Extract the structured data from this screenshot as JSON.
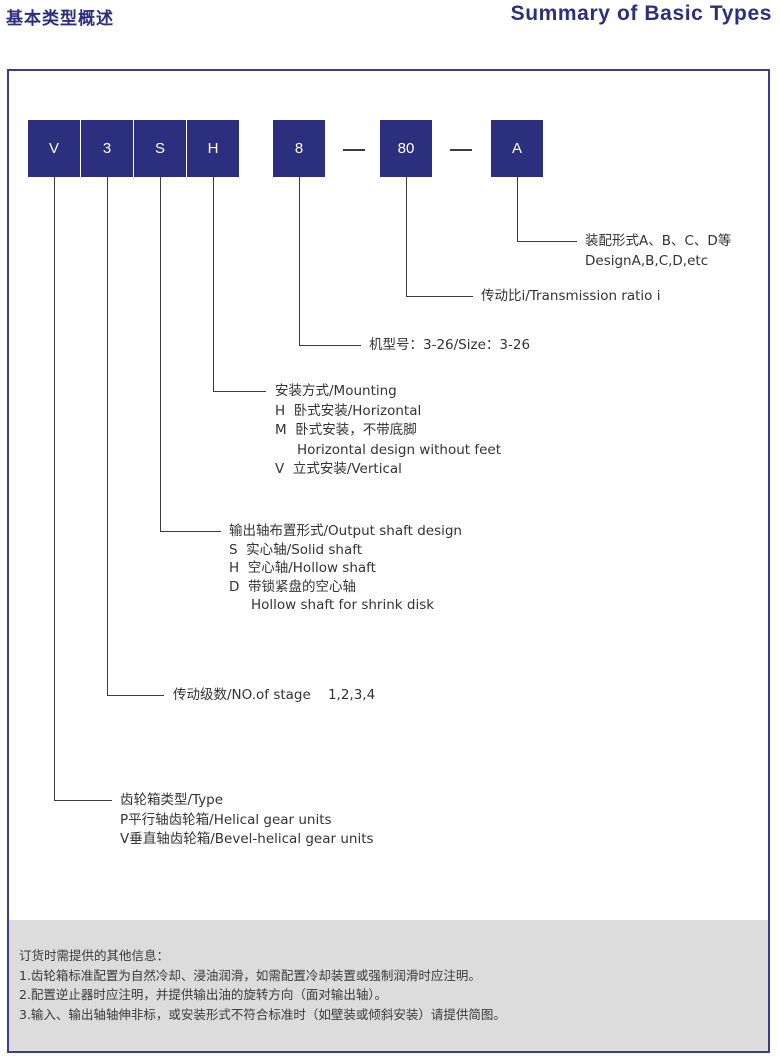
{
  "header": {
    "title_cn": "基本类型概述",
    "title_en": "Summary of Basic Types"
  },
  "code_boxes": [
    "V",
    "3",
    "S",
    "H",
    "8",
    "80",
    "A"
  ],
  "dashes": [
    "—",
    "—"
  ],
  "descriptions": {
    "design": [
      "装配形式A、B、C、D等",
      "DesignA,B,C,D,etc"
    ],
    "ratio": [
      "传动比i/Transmission ratio i"
    ],
    "size": [
      "机型号：3-26/Size：3-26"
    ],
    "mounting": [
      "安装方式/Mounting",
      "H  卧式安装/Horizontal",
      "M  卧式安装，不带底脚",
      "Horizontal design without feet",
      "V  立式安装/Vertical"
    ],
    "shaft": [
      "输出轴布置形式/Output shaft design",
      "S  实心轴/Solid shaft",
      "H  空心轴/Hollow shaft",
      "D  带锁紧盘的空心轴",
      "Hollow shaft for shrink disk"
    ],
    "stage": [
      "传动级数/NO.of stage    1,2,3,4"
    ],
    "type": [
      "齿轮箱类型/Type",
      "P平行轴齿轮箱/Helical gear units",
      "V垂直轴齿轮箱/Bevel-helical gear units"
    ]
  },
  "footer": {
    "lines": [
      "订货时需提供的其他信息：",
      "1.齿轮箱标准配置为自然冷却、浸油润滑，如需配置冷却装置或强制润滑时应注明。",
      "2.配置逆止器时应注明，并提供输出油的旋转方向（面对输出轴）。",
      "3.输入、输出轴轴伸非标，或安装形式不符合标准时（如壁装或倾斜安装）请提供简图。"
    ]
  },
  "colors": {
    "brand": "#2b2f7d",
    "footer_bg": "#dcdcdc",
    "line": "#3b3b3b"
  }
}
